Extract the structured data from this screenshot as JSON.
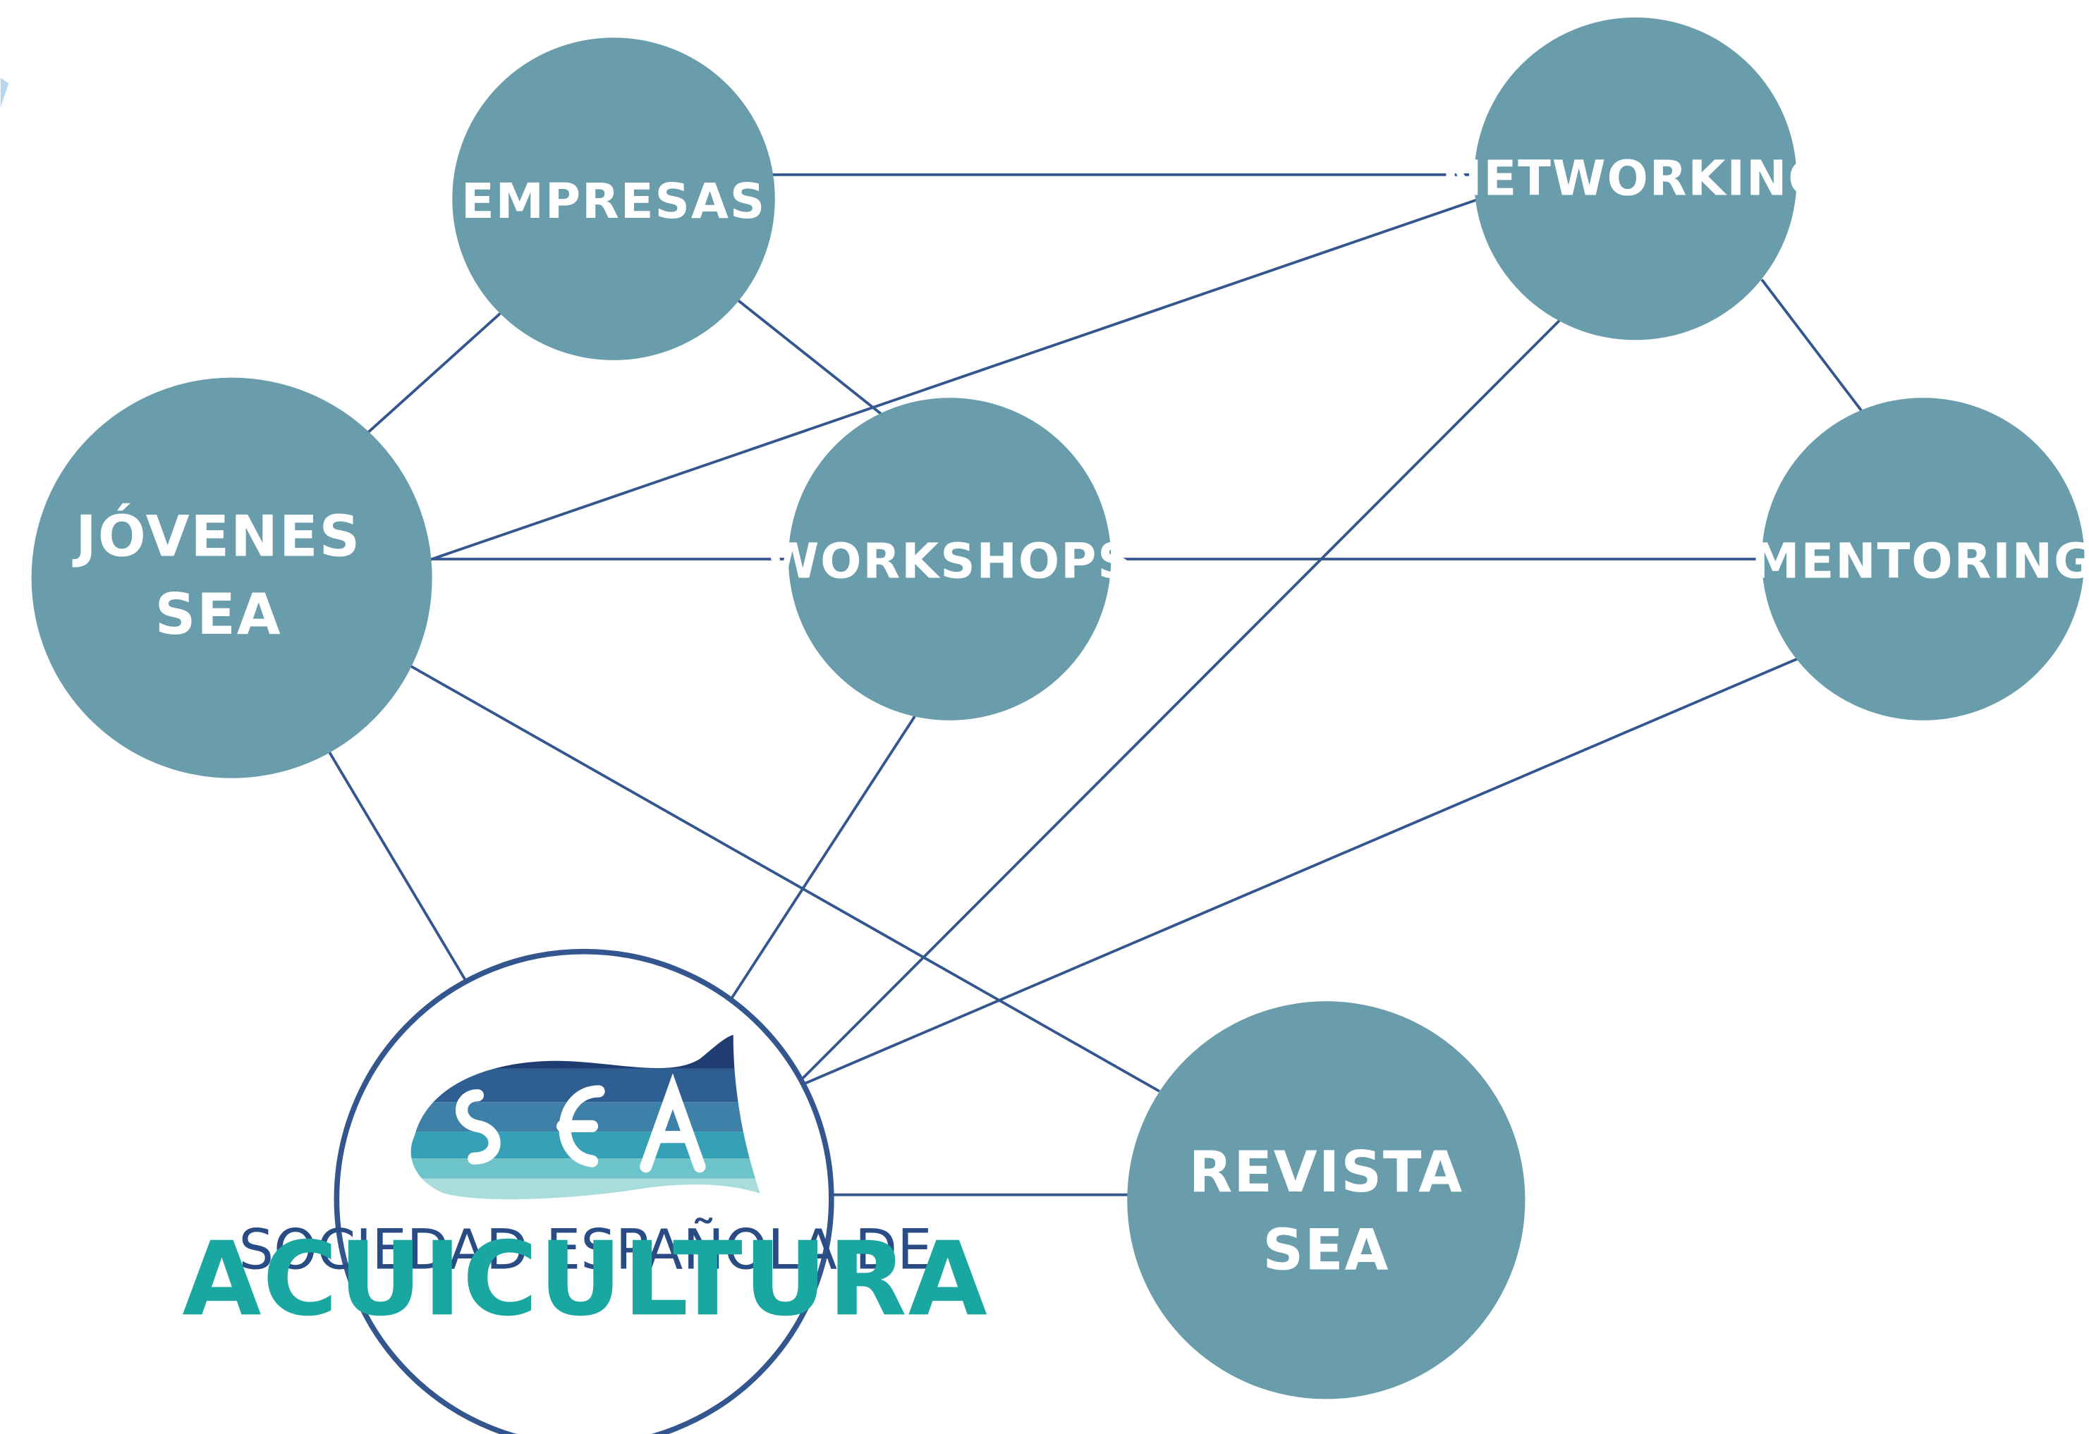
{
  "colors": {
    "node_fill": "#6a9dab",
    "edge": "#34568f",
    "label": "#ffffff",
    "logo_ring": "#34568f",
    "logo_dark_blue": "#2a4c84",
    "logo_teal": "#1aa7a2",
    "decoration": "#b8d7ec"
  },
  "nodes": {
    "empresas": {
      "label": "EMPRESAS"
    },
    "networking": {
      "label": "NETWORKING"
    },
    "jovenes": {
      "label_line1": "JÓVENES",
      "label_line2": "SEA"
    },
    "workshops": {
      "label": "WORKSHOPS"
    },
    "mentoring": {
      "label": "MENTORING"
    },
    "revista": {
      "label_line1": "REVISTA",
      "label_line2": "SEA"
    }
  },
  "logo": {
    "icon": "sea-fish-logo-icon",
    "text_line1": "SOCIEDAD ESPAÑOLA DE",
    "text_line2": "ACUICULTURA"
  },
  "edges": [
    {
      "from": "empresas",
      "to": "networking"
    },
    {
      "from": "empresas",
      "to": "jovenes"
    },
    {
      "from": "empresas",
      "to": "workshops"
    },
    {
      "from": "networking",
      "to": "jovenes"
    },
    {
      "from": "networking",
      "to": "logo"
    },
    {
      "from": "networking",
      "to": "mentoring"
    },
    {
      "from": "jovenes",
      "to": "workshops"
    },
    {
      "from": "workshops",
      "to": "mentoring"
    },
    {
      "from": "jovenes",
      "to": "revista"
    },
    {
      "from": "jovenes",
      "to": "logo"
    },
    {
      "from": "workshops",
      "to": "logo"
    },
    {
      "from": "mentoring",
      "to": "logo"
    },
    {
      "from": "logo",
      "to": "revista"
    }
  ]
}
